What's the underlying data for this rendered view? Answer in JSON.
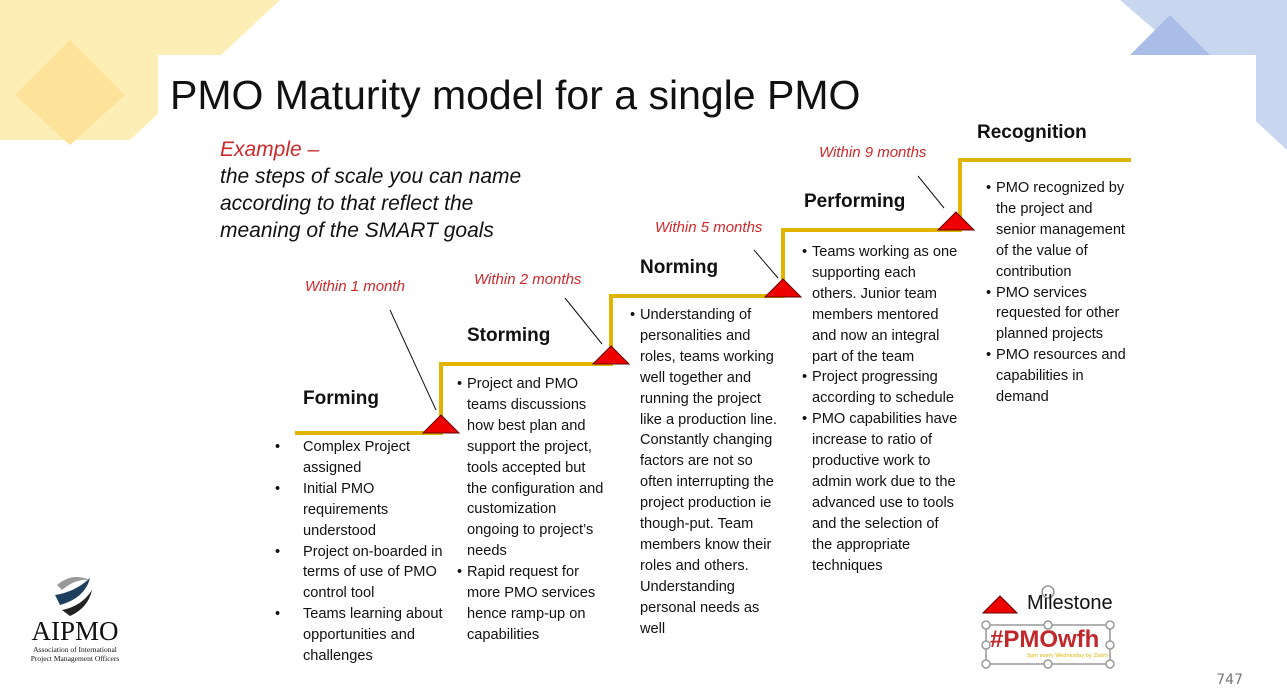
{
  "title": "PMO Maturity model for a single PMO",
  "example": {
    "prefix": "Example –",
    "lines": [
      "the steps of scale you can name",
      "according to that reflect the",
      "meaning of the SMART goals"
    ]
  },
  "stages": [
    {
      "name": "Forming",
      "timeframe": "Within 1 month",
      "bullets": [
        "Complex Project assigned",
        "Initial PMO requirements understood",
        "Project on-boarded in terms of use of PMO control tool",
        "Teams learning about opportunities and challenges"
      ]
    },
    {
      "name": "Storming",
      "timeframe": "Within 2 months",
      "bullets": [
        "Project and PMO teams discussions how best plan and support the project, tools accepted but the configuration and customization ongoing to project’s needs",
        "Rapid request for more PMO services hence ramp-up on capabilities"
      ]
    },
    {
      "name": "Norming",
      "timeframe": "Within 5 months",
      "bullets": [
        "Understanding of personalities and roles, teams working well together and running the project like a production line. Constantly changing factors are not so often interrupting the project production ie though-put. Team members know their roles and others. Understanding personal needs as well"
      ]
    },
    {
      "name": "Performing",
      "timeframe": "Within 9 months",
      "bullets": [
        "Teams working as one supporting each others. Junior team members mentored and now an integral part of the team",
        "Project progressing according to schedule",
        "PMO capabilities have increase to ratio of productive work to admin work due to the advanced use to tools and the selection of the appropriate techniques"
      ]
    },
    {
      "name": "Recognition",
      "bullets": [
        "PMO recognized by the project and senior management of the value of contribution",
        "PMO services requested for other planned projects",
        "PMO resources and capabilities in demand"
      ]
    }
  ],
  "legend": {
    "milestone_label": "Milestone",
    "icon": "red-triangle"
  },
  "logo": {
    "name": "AIPMO",
    "subtitle_line1": "Association of International",
    "subtitle_line2": "Project Management Officers"
  },
  "badge": {
    "text": "#PMOwfh",
    "subtext": "3pm every Wednesday by Zoom"
  },
  "page_number": "747",
  "colors": {
    "staircase": "#e0b400",
    "milestone": "#ee0000",
    "timeframe": "#d0292b",
    "corner_yellow": "#fde9a8",
    "corner_blue": "#c5d3ef"
  }
}
